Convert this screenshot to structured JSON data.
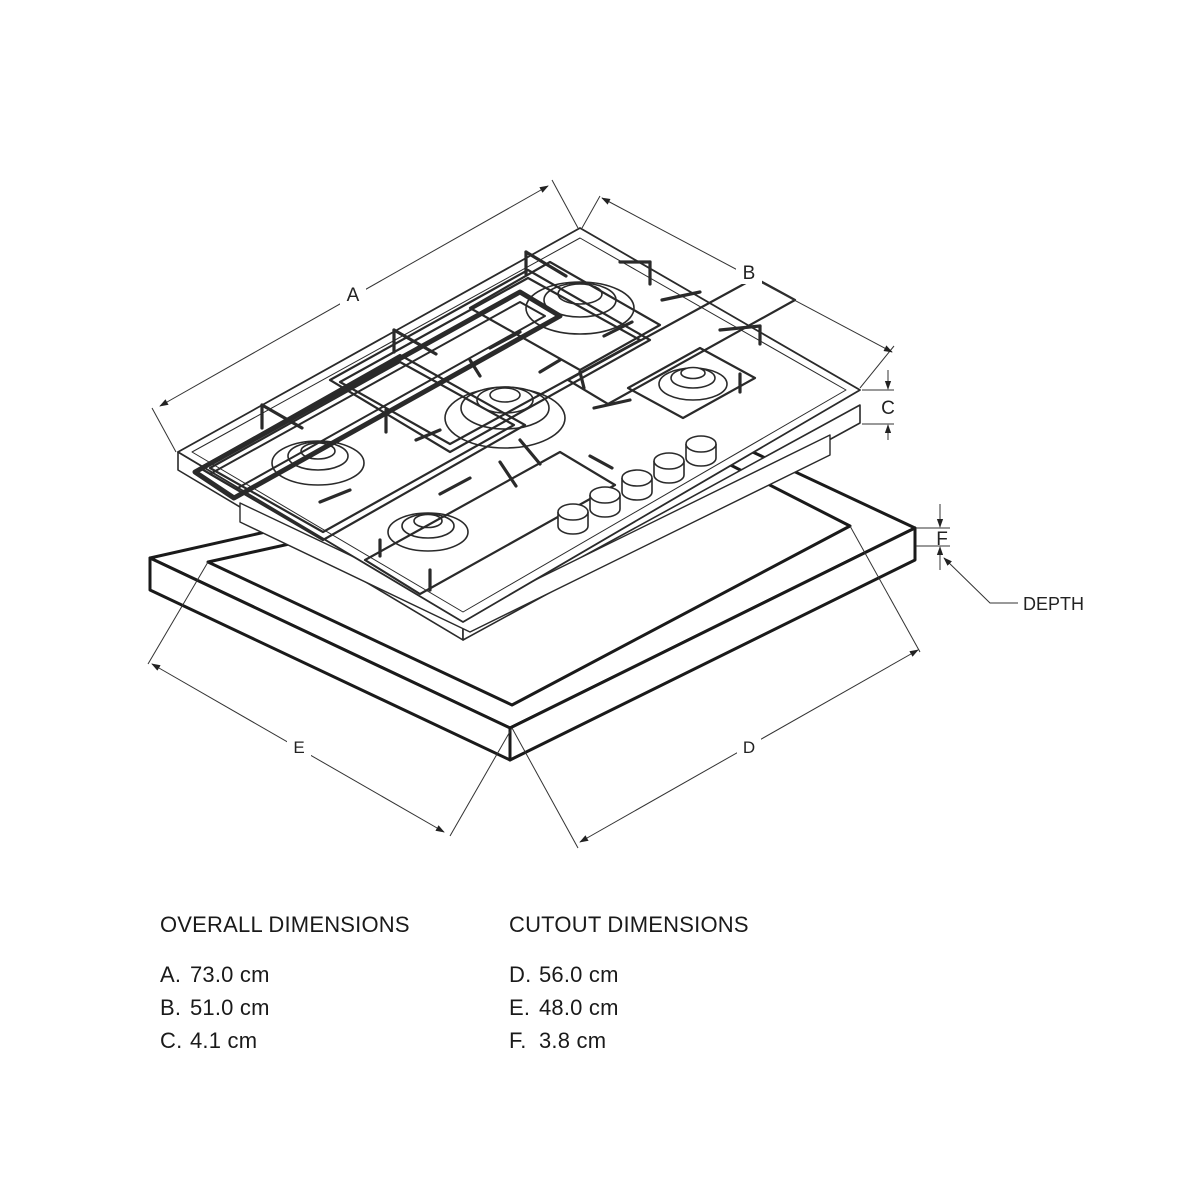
{
  "diagram": {
    "labels": {
      "a": "A",
      "b": "B",
      "c": "C",
      "d": "D",
      "e": "E",
      "f": "F",
      "depth": "DEPTH"
    }
  },
  "overall": {
    "heading": "OVERALL DIMENSIONS",
    "items": [
      {
        "key": "A.",
        "value": "73.0 cm"
      },
      {
        "key": "B.",
        "value": "51.0 cm"
      },
      {
        "key": "C.",
        "value": "4.1 cm"
      }
    ]
  },
  "cutout": {
    "heading": "CUTOUT DIMENSIONS",
    "items": [
      {
        "key": "D.",
        "value": "56.0 cm"
      },
      {
        "key": "E.",
        "value": "48.0 cm"
      },
      {
        "key": "F.",
        "value": "3.8 cm"
      }
    ]
  }
}
